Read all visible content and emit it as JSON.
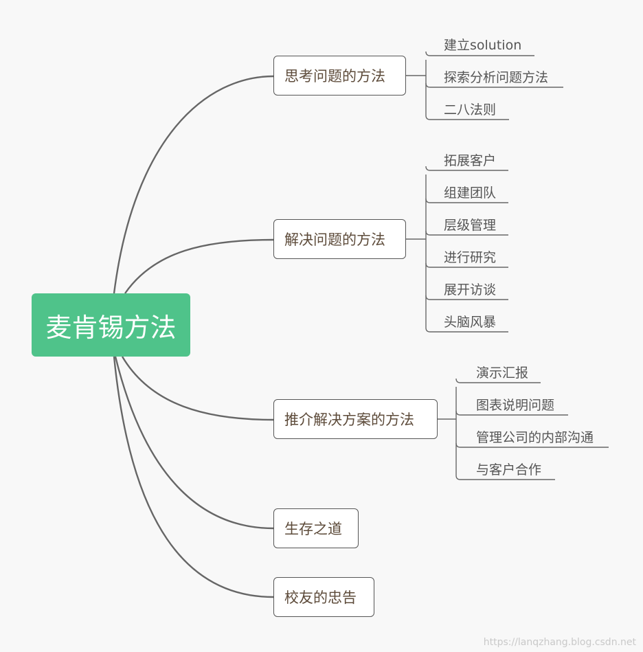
{
  "root": {
    "label": "麦肯锡方法",
    "color": "#4fc38a"
  },
  "branches": [
    {
      "label": "思考问题的方法",
      "children": [
        "建立solution",
        "探索分析问题方法",
        "二八法则"
      ]
    },
    {
      "label": "解决问题的方法",
      "children": [
        "拓展客户",
        "组建团队",
        "层级管理",
        "进行研究",
        "展开访谈",
        "头脑风暴"
      ]
    },
    {
      "label": "推介解决方案的方法",
      "children": [
        "演示汇报",
        "图表说明问题",
        "管理公司的内部沟通",
        "与客户合作"
      ]
    },
    {
      "label": "生存之道",
      "children": []
    },
    {
      "label": "校友的忠告",
      "children": []
    }
  ],
  "watermark": "https://lanqzhang.blog.csdn.net"
}
